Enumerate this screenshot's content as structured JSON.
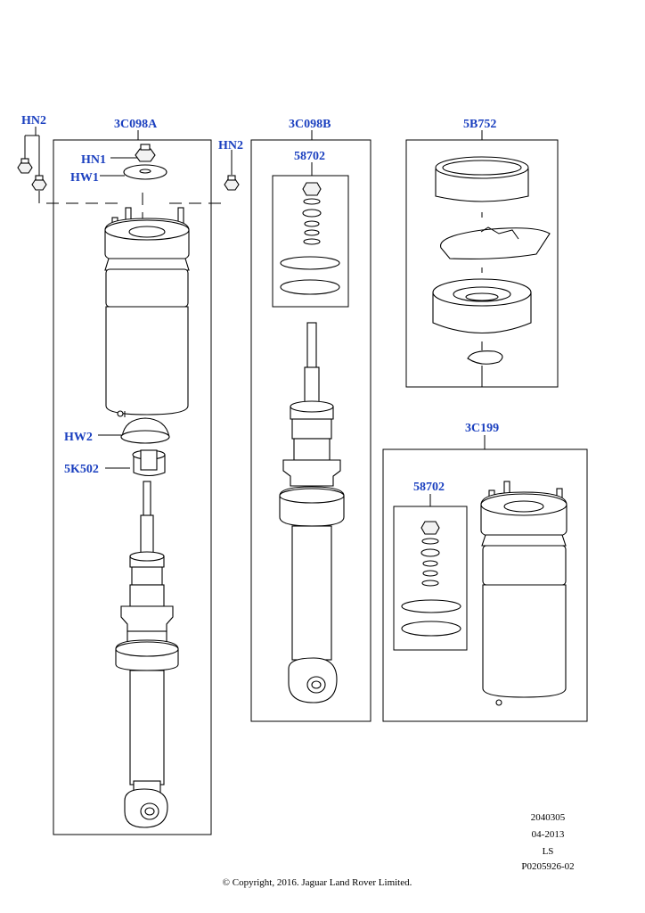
{
  "callouts": {
    "hn2_left": "HN2",
    "assembly_a": "3C098A",
    "hn1": "HN1",
    "hw1": "HW1",
    "hn2_right": "HN2",
    "hw2": "HW2",
    "k502": "5K502",
    "assembly_b": "3C098B",
    "kit_b": "58702",
    "upper_mount": "5B752",
    "assembly_c": "3C199",
    "kit_c": "58702"
  },
  "footer": {
    "code": "2040305",
    "date": "04-2013",
    "region": "LS",
    "part_ref": "P0205926-02",
    "copyright": "© Copyright, 2016. Jaguar Land Rover Limited."
  }
}
